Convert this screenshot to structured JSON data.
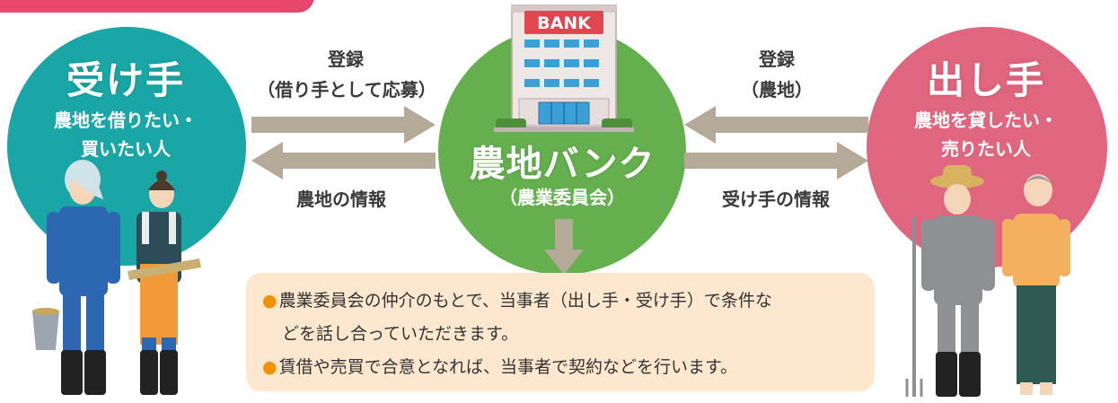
{
  "left": {
    "title": "受け手",
    "line1": "農地を借りたい・",
    "line2": "買いたい人"
  },
  "center": {
    "bank_sign": "BANK",
    "title": "農地バンク",
    "subtitle": "（農業委員会）"
  },
  "right": {
    "title": "出し手",
    "line1": "農地を貸したい・",
    "line2": "売りたい人"
  },
  "arrows": {
    "left_top_line1": "登録",
    "left_top_line2": "（借り手として応募）",
    "left_bottom": "農地の情報",
    "right_top_line1": "登録",
    "right_top_line2": "（農地）",
    "right_bottom": "受け手の情報"
  },
  "notes": [
    "農業委員会の仲介のもとで、当事者（出し手・受け手）で条件な",
    "どを話し合っていただきます。",
    "賃借や売買で合意となれば、当事者で契約などを行います。"
  ],
  "colors": {
    "left_circle": "#1aa6a6",
    "center_circle": "#65b04e",
    "right_circle": "#e0657e",
    "arrow": "#b5aa98",
    "note_bg": "#fde7cf",
    "bullet": "#f39200",
    "accent_tab": "#e8466a"
  }
}
